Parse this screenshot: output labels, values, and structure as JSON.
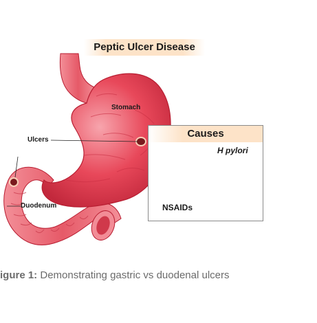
{
  "diagram": {
    "title": "Peptic Ulcer Disease",
    "labels": {
      "stomach": "Stomach",
      "ulcers": "Ulcers",
      "duodenum": "Duodenum"
    },
    "causes": {
      "heading": "Causes",
      "nsaids": "NSAIDs",
      "h_pylori": "H pylori"
    }
  },
  "caption": {
    "prefix": "igure 1:",
    "text": " Demonstrating gastric vs duodenal ulcers"
  },
  "colors": {
    "stomach_fill": "#e8485a",
    "stomach_highlight": "#f7a5ad",
    "stomach_outline": "#b81e32",
    "title_band": "#fde3c8",
    "bacteria": "#8b5a2b",
    "pylori_circle": "#fde0dd"
  }
}
